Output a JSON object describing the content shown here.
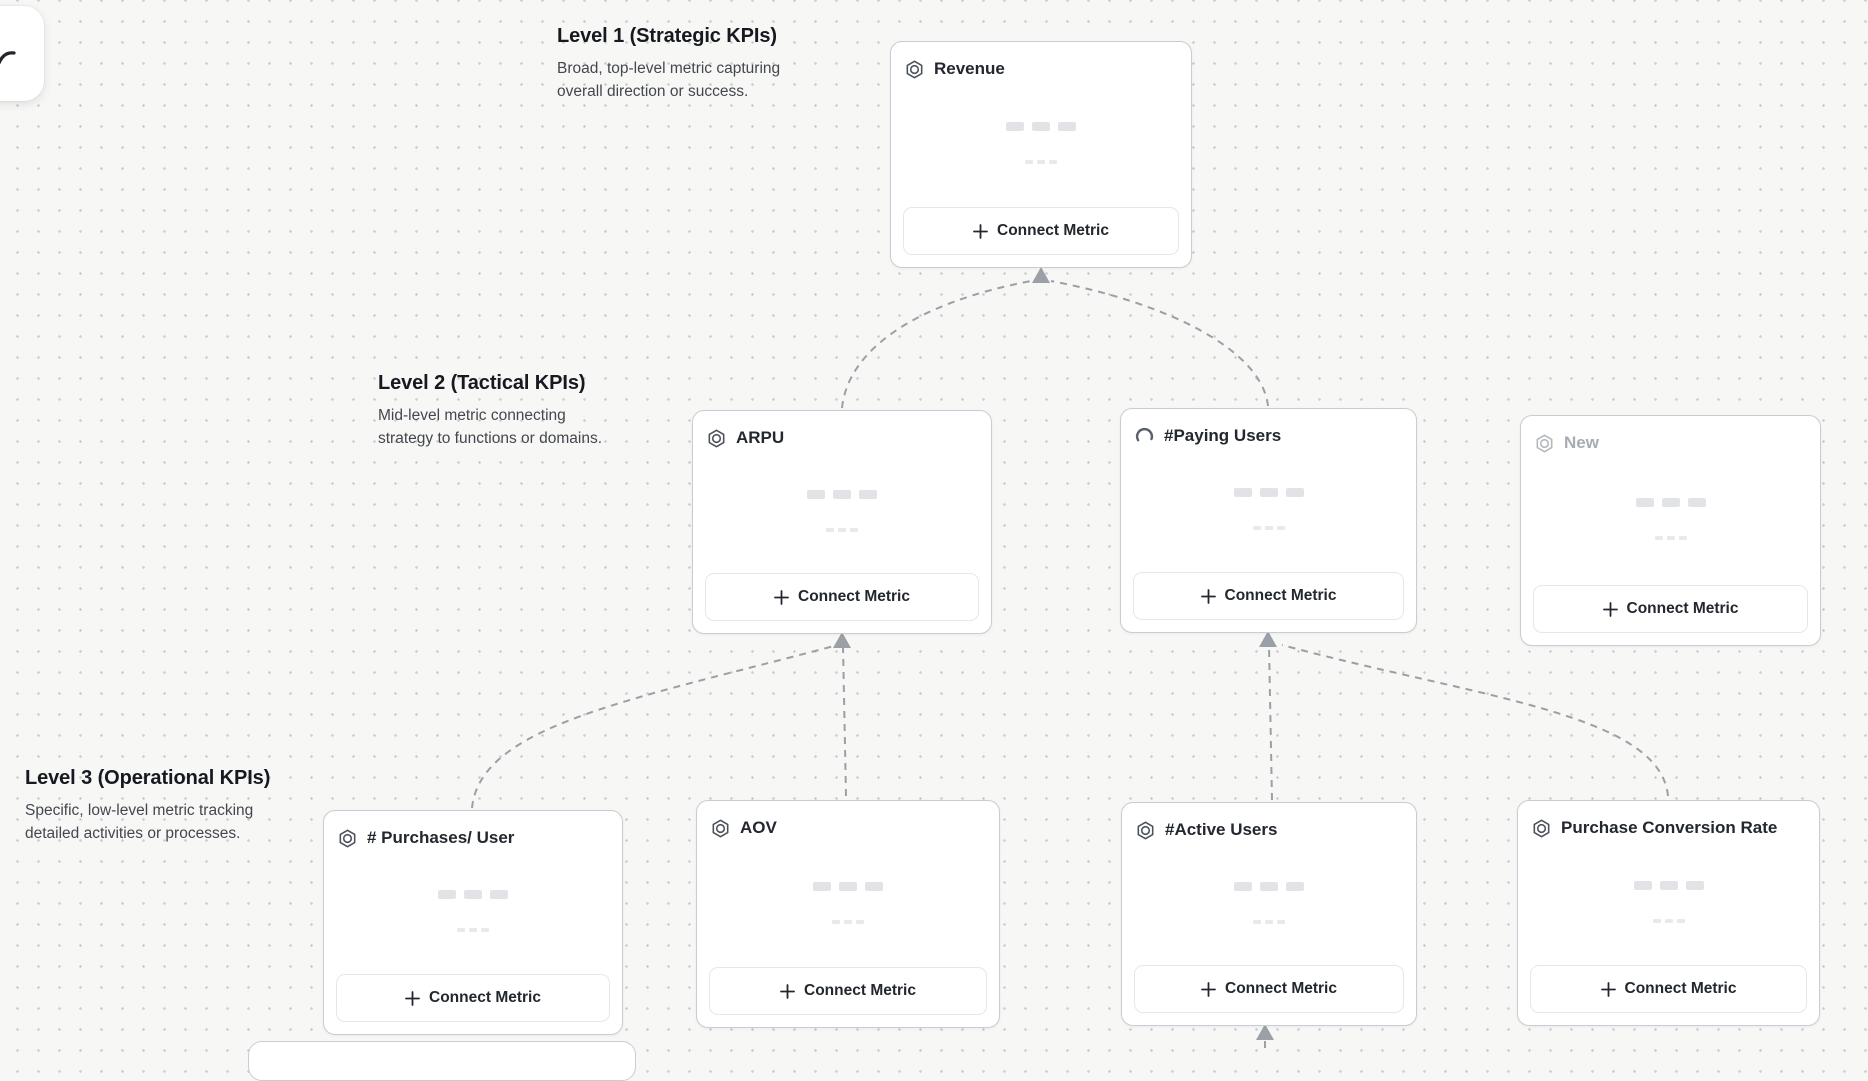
{
  "ui": {
    "connect_metric_label": "Connect Metric"
  },
  "levels": [
    {
      "heading": "Level 1 (Strategic KPIs)",
      "desc_line1": "Broad, top-level metric capturing",
      "desc_line2": "overall direction or success."
    },
    {
      "heading": "Level 2 (Tactical KPIs)",
      "desc_line1": "Mid-level metric connecting",
      "desc_line2": "strategy to functions or domains."
    },
    {
      "heading": "Level 3 (Operational KPIs)",
      "desc_line1": "Specific, low-level metric tracking",
      "desc_line2": "detailed activities or processes."
    }
  ],
  "cards": [
    {
      "title": "Revenue",
      "icon": "metric-hexagon",
      "level": 1,
      "state": "empty"
    },
    {
      "title": "ARPU",
      "icon": "metric-hexagon",
      "level": 2,
      "state": "empty"
    },
    {
      "title": "#Paying Users",
      "icon": "loading-spinner",
      "level": 2,
      "state": "loading"
    },
    {
      "title": "New",
      "icon": "metric-hexagon",
      "level": 2,
      "state": "draft"
    },
    {
      "title": "# Purchases/ User",
      "icon": "metric-hexagon",
      "level": 3,
      "state": "empty"
    },
    {
      "title": "AOV",
      "icon": "metric-hexagon",
      "level": 3,
      "state": "empty"
    },
    {
      "title": "#Active Users",
      "icon": "metric-hexagon",
      "level": 3,
      "state": "empty"
    },
    {
      "title": "Purchase Conversion Rate",
      "icon": "metric-hexagon",
      "level": 3,
      "state": "empty"
    }
  ],
  "diagram": {
    "type": "kpi-tree",
    "edges": [
      {
        "from": "ARPU",
        "to": "Revenue"
      },
      {
        "from": "#Paying Users",
        "to": "Revenue"
      },
      {
        "from": "# Purchases/ User",
        "to": "ARPU"
      },
      {
        "from": "AOV",
        "to": "ARPU"
      },
      {
        "from": "#Active Users",
        "to": "#Paying Users"
      },
      {
        "from": "Purchase Conversion Rate",
        "to": "#Paying Users"
      },
      {
        "from": "offscreen-below",
        "to": "#Active Users"
      }
    ]
  },
  "colors": {
    "canvas_bg": "#f7f7f6",
    "grid_dot": "#c9cbce",
    "card_border": "#c9ccd1",
    "button_border": "#e6e7e9",
    "connector": "#9aa0a6",
    "heading_text": "#16191f",
    "body_text": "#43474e",
    "title_text": "#23272e",
    "muted_text": "#a7acb3"
  }
}
